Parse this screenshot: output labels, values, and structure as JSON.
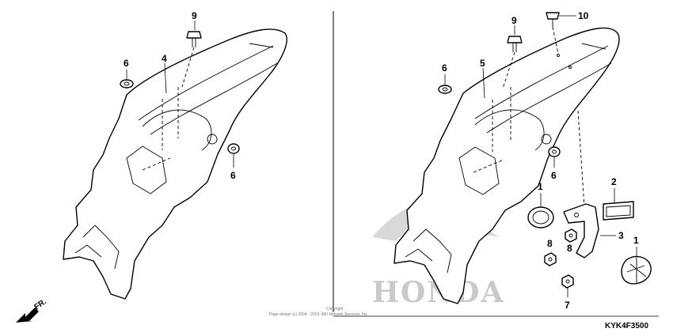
{
  "callouts": {
    "left_9": "9",
    "left_6a": "6",
    "left_4": "4",
    "left_6b": "6",
    "right_9": "9",
    "right_10": "10",
    "right_6a": "6",
    "right_5": "5",
    "right_6b": "6",
    "right_1a": "1",
    "right_2": "2",
    "right_3": "3",
    "right_8a": "8",
    "right_8b": "8",
    "right_1b": "1",
    "right_7": "7"
  },
  "watermark": {
    "brand": "HONDA",
    "copyright_top": "Copyright",
    "copyright_line": "Page design (c) 2004 - 2016, ARI Network Services, Inc."
  },
  "direction_marker": "FR.",
  "diagram_code": "KYK4F3500",
  "colors": {
    "line": "#000000",
    "watermark": "#c9c9c9",
    "background": "#ffffff"
  }
}
